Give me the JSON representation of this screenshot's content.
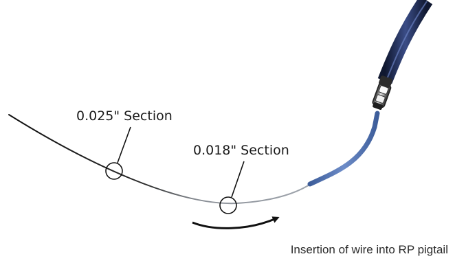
{
  "labels": {
    "section_025": "0.025\" Section",
    "section_018": "0.018\" Section"
  },
  "caption": "Insertion of wire into RP pigtail",
  "colors": {
    "wire_thick": "#1a1a1a",
    "wire_thin": "#8a8f96",
    "pigtail": "#4a6aa8",
    "catheter": "#1c2a5a",
    "callout": "#111111"
  },
  "icons": {
    "direction": "curved-arrow-right-icon"
  }
}
